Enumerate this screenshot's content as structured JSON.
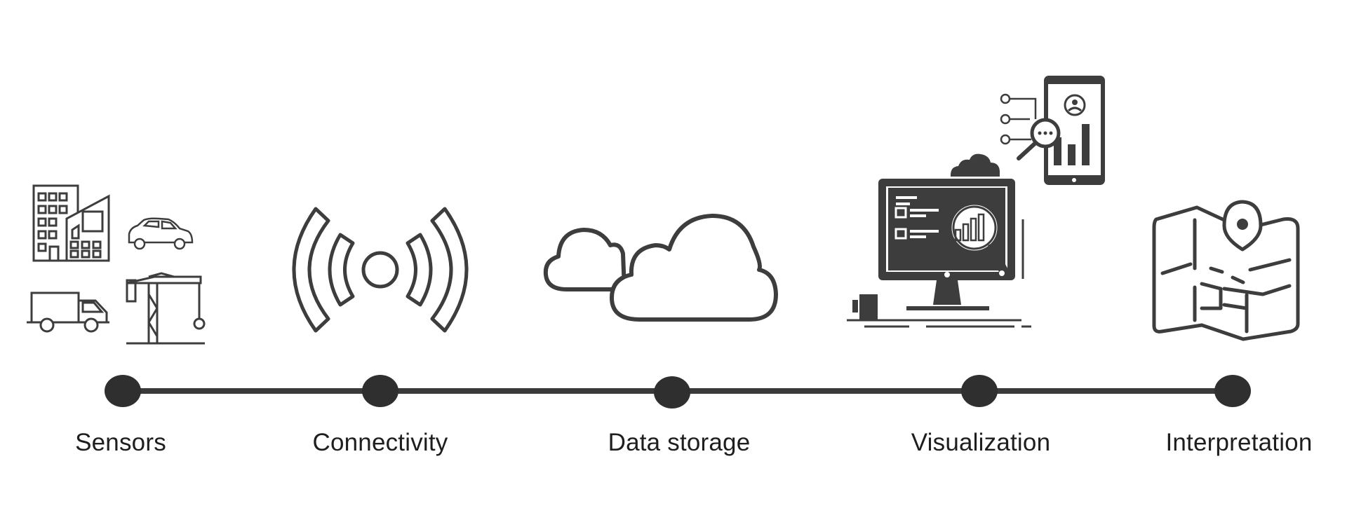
{
  "diagram": {
    "stages": [
      {
        "id": "sensors",
        "label": "Sensors",
        "icon": "sensors-icon"
      },
      {
        "id": "connectivity",
        "label": "Connectivity",
        "icon": "wireless-signal-icon"
      },
      {
        "id": "data-storage",
        "label": "Data storage",
        "icon": "cloud-icon"
      },
      {
        "id": "visualization",
        "label": "Visualization",
        "icon": "dashboard-monitor-icon"
      },
      {
        "id": "interpretation",
        "label": "Interpretation",
        "icon": "map-pin-icon"
      }
    ],
    "colors": {
      "icon": "#3d3d3d",
      "line": "#3a3a3a",
      "node": "#2f2f2f",
      "label": "#1e1e1e",
      "background": "#ffffff"
    }
  }
}
